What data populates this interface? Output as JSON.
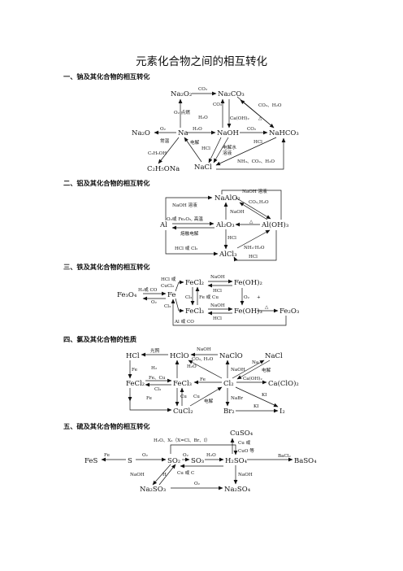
{
  "title": "元素化合物之间的相互转化",
  "sections": [
    "一、钠及其化合物的相互转化",
    "二、铝及其化合物的相互转化",
    "三、铁及其化合物的相互转化",
    "四、氯及其化合物的性质",
    "五、硫及其化合物的相互转化"
  ],
  "na": {
    "nodes": {
      "na2o2": "Na₂O₂",
      "na2co3": "Na₂CO₃",
      "na2o": "Na₂O",
      "na": "Na",
      "naoh": "NaOH",
      "nahco3": "NaHCO₃",
      "c2h5ona": "C₂H₅ONa",
      "nacl": "NaCl"
    },
    "labels": {
      "co2a": "CO₂",
      "o2ig": "O₂ 点燃",
      "co2b": "CO₂",
      "h2oa": "H₂O",
      "caoh2": "Ca(OH)₂",
      "co2h2o": "CO₂、H₂O",
      "delta": "△",
      "o2": "O₂",
      "room": "常温",
      "h2ob": "H₂O",
      "co2c": "CO₂",
      "c2h5oh": "C₂H₅OH",
      "elec": "电解",
      "hcl1": "HCl",
      "elecw": "电解水",
      "soln": "溶液",
      "hcl2": "HCl",
      "nh3": "NH₃、CO₂、H₂O"
    }
  },
  "al": {
    "nodes": {
      "naalo2": "NaAlO₂",
      "al": "Al",
      "al2o3": "Al₂O₃",
      "aloh3": "Al(OH)₃",
      "alcl3": "AlCl₃"
    },
    "labels": {
      "naohsol1": "NaOH 溶液",
      "naohsol2": "NaOH 溶液",
      "co2h2o": "CO₂,H₂O",
      "naoh": "NaOH",
      "o2fe": "O₂或 Fe₂O₃, 高温",
      "delta": "△",
      "melt": "熔融电解",
      "hcl1": "HCl",
      "hclcl2": "HCl 或 Cl₂",
      "nh3": "NH₃·H₂O",
      "hcl2": "HCl"
    }
  },
  "fe": {
    "nodes": {
      "fe3o4": "Fe₃O₄",
      "fe": "Fe",
      "fecl2": "FeCl₂",
      "fecl3": "FeCl₃",
      "feoh2": "Fe(OH)₂",
      "feoh3": "Fe(OH)₃",
      "fe2o3": "Fe₂O₃"
    },
    "labels": {
      "h2co": "H₂或 CO",
      "o2": "O₂",
      "hclor": "HCl 或",
      "cucl2": "CuCl₂",
      "cl2a": "Cl₂",
      "cl2b": "Cl₂",
      "fecu": "Fe 或 Cu",
      "naoh1": "NaOH",
      "hcl1": "HCl",
      "naoh2": "NaOH",
      "hcl2": "HCl",
      "o2b": "O₂",
      "plus": "+",
      "delta": "△",
      "alco": "Al 或 CO"
    }
  },
  "cl": {
    "nodes": {
      "hcl": "HCl",
      "hclo": "HClO",
      "naclo": "NaClO",
      "nacl": "NaCl",
      "fecl2": "FeCl₂",
      "fecl3": "FeCl₃",
      "cl2": "Cl₂",
      "caclo2": "Ca(ClO)₂",
      "cucl2": "CuCl₂",
      "br2": "Br₂",
      "i2": "I₂"
    },
    "labels": {
      "light": "光照",
      "naoh1": "NaOH",
      "co2h2o": "CO₂, H₂O",
      "h2o": "H₂O",
      "h2": "H₂",
      "fe1": "Fe",
      "fecu": "Fe、Cu",
      "cl2": "Cl₂",
      "fe2": "Fe",
      "fe3": "Fe",
      "cu1": "Cu",
      "cu2": "Cu",
      "naoh2": "NaOH",
      "na": "Na",
      "elec1": "电解",
      "caoh2": "Ca(OH)₂",
      "nabr": "NaBr",
      "ki1": "KI",
      "ki2": "KI",
      "elec2": "电解"
    }
  },
  "s": {
    "nodes": {
      "fes": "FeS",
      "s": "S",
      "so2": "SO₂",
      "so3": "SO₃",
      "h2so4": "H₂SO₄",
      "cuso4": "CuSO₄",
      "baso4": "BaSO₄",
      "na2so3": "Na₂SO₃",
      "na2so4": "Na₂SO₄"
    },
    "labels": {
      "h2ox2": "H₂O、X₂（X=Cl、Br、I）",
      "fe": "Fe",
      "o2a": "O₂",
      "o2b": "O₂",
      "h2o": "H₂O",
      "cuor": "Cu 或",
      "cuo": "CuO 等",
      "bacl2": "BaCl₂",
      "naoh1": "NaOH",
      "h": "H",
      "cuc": "Cu 或 C",
      "naoh2": "NaOH",
      "o2c": "O₂"
    }
  }
}
